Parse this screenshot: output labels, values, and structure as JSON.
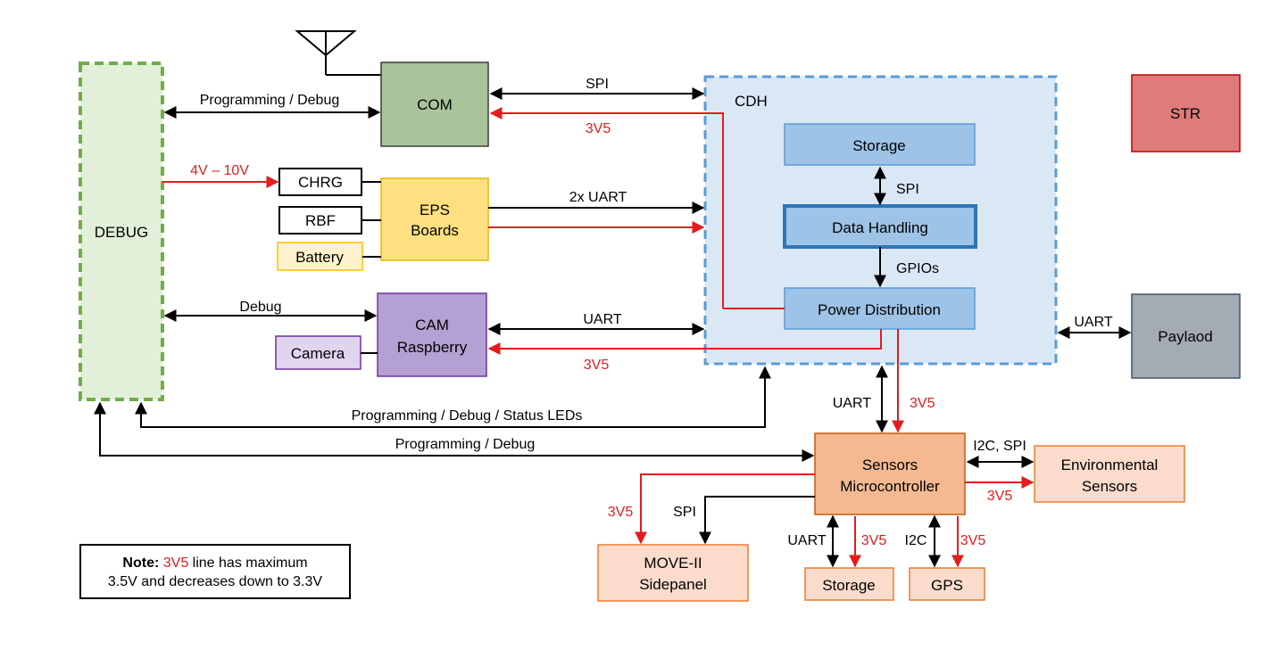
{
  "colors": {
    "debug_fill": "#e2efd9",
    "debug_border": "#70ad47",
    "com_fill": "#a9c49a",
    "eps_fill": "#ffe080",
    "battery_fill": "#fff2cc",
    "cam_fill": "#b4a0d2",
    "camera_fill": "#e0d4ee",
    "cdh_fill": "#dae8f6",
    "cdh_border": "#5b9bd5",
    "cdh_inner_fill": "#9dc3e6",
    "str_fill": "#e07b7b",
    "payload_fill": "#a4abb5",
    "sensors_fill": "#f4b990",
    "periph_fill": "#fbdccc",
    "periph_border": "#ed7d31",
    "power_line": "#e41c1c"
  },
  "blocks": {
    "debug": "DEBUG",
    "com": "COM",
    "chrg": "CHRG",
    "rbf": "RBF",
    "battery": "Battery",
    "eps_line1": "EPS",
    "eps_line2": "Boards",
    "cam_line1": "CAM",
    "cam_line2": "Raspberry",
    "camera": "Camera",
    "cdh": "CDH",
    "storage": "Storage",
    "data_handling": "Data Handling",
    "power_distribution": "Power Distribution",
    "str": "STR",
    "payload": "Paylaod",
    "sensors_line1": "Sensors",
    "sensors_line2": "Microcontroller",
    "env_line1": "Environmental",
    "env_line2": "Sensors",
    "move_line1": "MOVE-II",
    "move_line2": "Sidepanel",
    "sensor_storage": "Storage",
    "gps": "GPS"
  },
  "links": {
    "debug_com": "Programming / Debug",
    "com_cdh": "SPI",
    "com_power": "3V5",
    "debug_charge": "4V – 10V",
    "eps_cdh": "2x UART",
    "storage_dh": "SPI",
    "dh_pd": "GPIOs",
    "debug_cam": "Debug",
    "cam_cdh": "UART",
    "cam_power": "3V5",
    "cdh_payload": "UART",
    "debug_cdh": "Programming / Debug / Status LEDs",
    "debug_sensors": "Programming / Debug",
    "cdh_sensors": "UART",
    "sensors_power": "3V5",
    "sensors_env": "I2C, SPI",
    "env_power": "3V5",
    "move_power": "3V5",
    "move_spi": "SPI",
    "storage_uart": "UART",
    "storage_power": "3V5",
    "gps_i2c": "I2C",
    "gps_power": "3V5"
  },
  "note": {
    "bold": "Note:",
    "red": "3V5",
    "rest_line1": " line has maximum",
    "line2": "3.5V and decreases down to 3.3V"
  }
}
